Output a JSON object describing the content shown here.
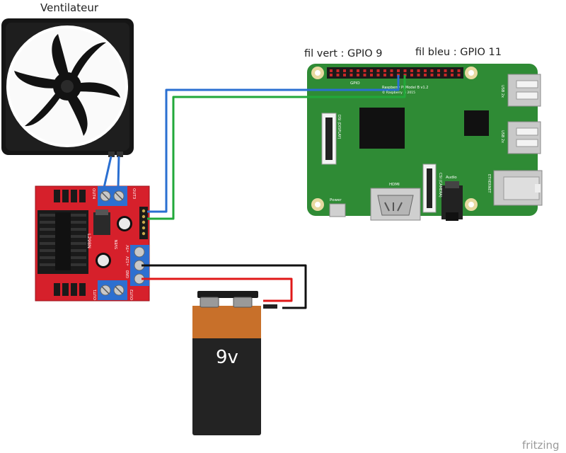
{
  "labels": {
    "fan": "Ventilateur",
    "green_wire": "fil vert : GPIO 9",
    "blue_wire": "fil bleu : GPIO 11",
    "battery": "9v",
    "watermark": "fritzing"
  },
  "driver": {
    "chip": "L298N",
    "out1": "OUT1",
    "out2": "OUT2",
    "out3": "OUT3",
    "out4": "OUT4",
    "v12": "+12V",
    "gnd": "GND",
    "v5": "+5V",
    "en": "5VEN"
  },
  "pi": {
    "board_name": "Raspberry Pi Model B v1.2",
    "copyright": "© Raspberry Pi 2015",
    "gpio": "GPIO",
    "dsi": "DSI (DISPLAY)",
    "csi": "CSI (CAMERA)",
    "hdmi": "HDMI",
    "audio": "Audio",
    "power": "Power",
    "usb1": "USB 2x",
    "usb2": "USB 2x",
    "ethernet": "ETHERNET"
  },
  "colors": {
    "green_wire": "#22a83a",
    "blue_wire": "#2a6fd1",
    "red_wire": "#e01818",
    "black_wire": "#111111",
    "pi_board": "#2f8b35",
    "driver_board": "#d6202b",
    "battery_top": "#c8702a",
    "battery_body": "#232323"
  }
}
